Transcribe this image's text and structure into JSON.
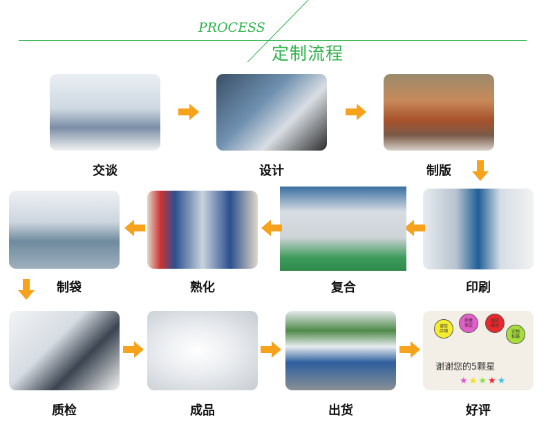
{
  "header": {
    "title_en": "PROCESS",
    "title_cn": "定制流程",
    "accent": "#2db34a",
    "arrow_color": "#f7a21b"
  },
  "steps": [
    {
      "label": "交谈",
      "icon": "meeting-photo"
    },
    {
      "label": "设计",
      "icon": "design-photo"
    },
    {
      "label": "制版",
      "icon": "plate-making-photo"
    },
    {
      "label": "印刷",
      "icon": "printing-photo"
    },
    {
      "label": "复合",
      "icon": "laminating-photo"
    },
    {
      "label": "熟化",
      "icon": "curing-photo"
    },
    {
      "label": "制袋",
      "icon": "bag-making-photo"
    },
    {
      "label": "质检",
      "icon": "quality-inspection-photo"
    },
    {
      "label": "成品",
      "icon": "finished-product-photo"
    },
    {
      "label": "出货",
      "icon": "shipping-photo"
    },
    {
      "label": "好评",
      "icon": "five-star-review-photo"
    }
  ],
  "review_image": {
    "slogan": "谢谢您的5颗星",
    "balloons": [
      "诚信店铺",
      "质量保证",
      "如实描述",
      "实物拍摄"
    ]
  }
}
